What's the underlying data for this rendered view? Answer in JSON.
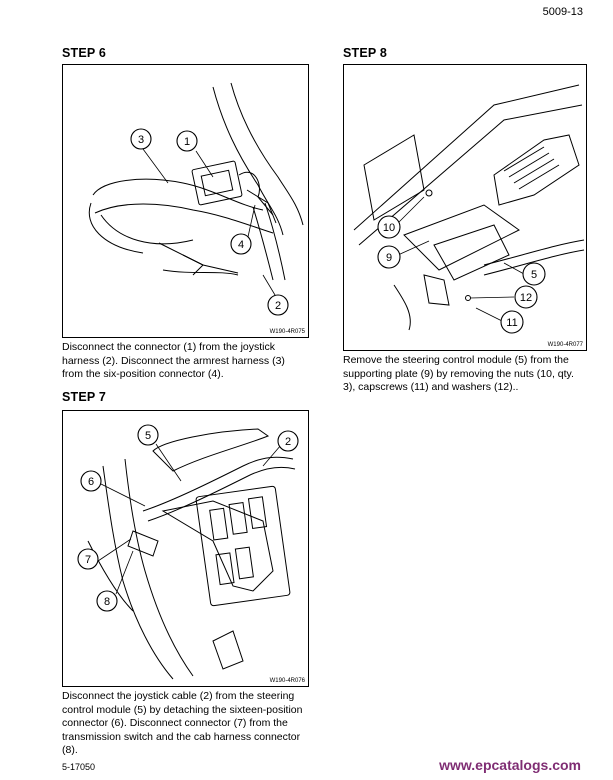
{
  "header": {
    "page_number": "5009-13"
  },
  "steps": {
    "step6": {
      "title": "STEP 6",
      "figure_id": "W190-4R075",
      "caption": "Disconnect the connector (1) from the joystick harness (2). Disconnect the armrest harness (3) from the six-position connector (4).",
      "callouts": [
        "1",
        "2",
        "3",
        "4"
      ]
    },
    "step7": {
      "title": "STEP 7",
      "figure_id": "W190-4R076",
      "caption": "Disconnect the joystick cable (2) from the steering control module (5) by detaching the sixteen-position connector (6). Disconnect connector (7) from the transmission switch and the cab harness connector (8).",
      "callouts": [
        "5",
        "2",
        "6",
        "7",
        "8"
      ]
    },
    "step8": {
      "title": "STEP 8",
      "figure_id": "W190-4R077",
      "caption": "Remove the steering control module (5) from the supporting plate (9) by removing the nuts (10, qty. 3), capscrews (11) and washers (12)..",
      "callouts": [
        "10",
        "9",
        "5",
        "12",
        "11"
      ]
    }
  },
  "footer": {
    "document_number": "5-17050",
    "watermark": "www.epcatalogs.com"
  }
}
